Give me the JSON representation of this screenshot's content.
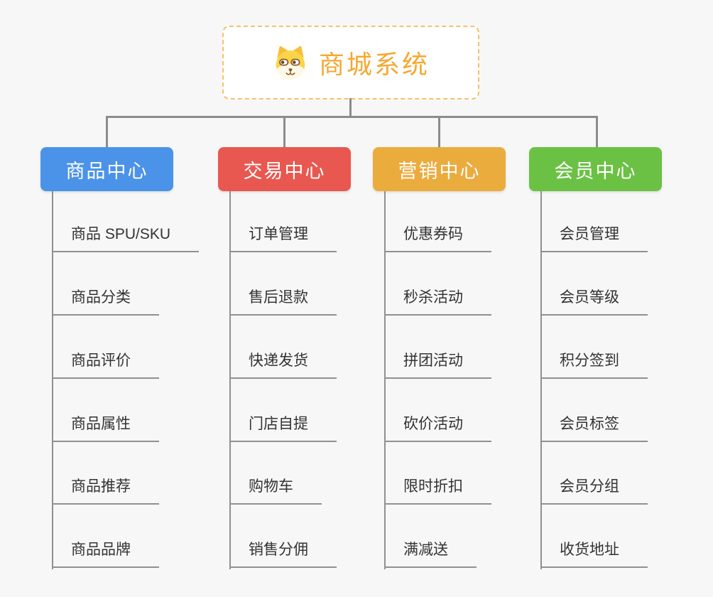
{
  "root": {
    "title": "商城系统",
    "icon": "shiba-dog-icon",
    "title_color": "#f5a832",
    "border_color": "#f8c06a"
  },
  "style": {
    "background_color": "#f7f7f7",
    "connector_color": "#8c8c8c",
    "item_text_color": "#333333"
  },
  "branches": [
    {
      "title": "商品中心",
      "color": "#4b93e8",
      "items": [
        "商品 SPU/SKU",
        "商品分类",
        "商品评价",
        "商品属性",
        "商品推荐",
        "商品品牌"
      ]
    },
    {
      "title": "交易中心",
      "color": "#e85850",
      "items": [
        "订单管理",
        "售后退款",
        "快递发货",
        "门店自提",
        "购物车",
        "销售分佣"
      ]
    },
    {
      "title": "营销中心",
      "color": "#ebac3e",
      "items": [
        "优惠券码",
        "秒杀活动",
        "拼团活动",
        "砍价活动",
        "限时折扣",
        "满减送"
      ]
    },
    {
      "title": "会员中心",
      "color": "#6bc144",
      "items": [
        "会员管理",
        "会员等级",
        "积分签到",
        "会员标签",
        "会员分组",
        "收货地址"
      ]
    }
  ]
}
